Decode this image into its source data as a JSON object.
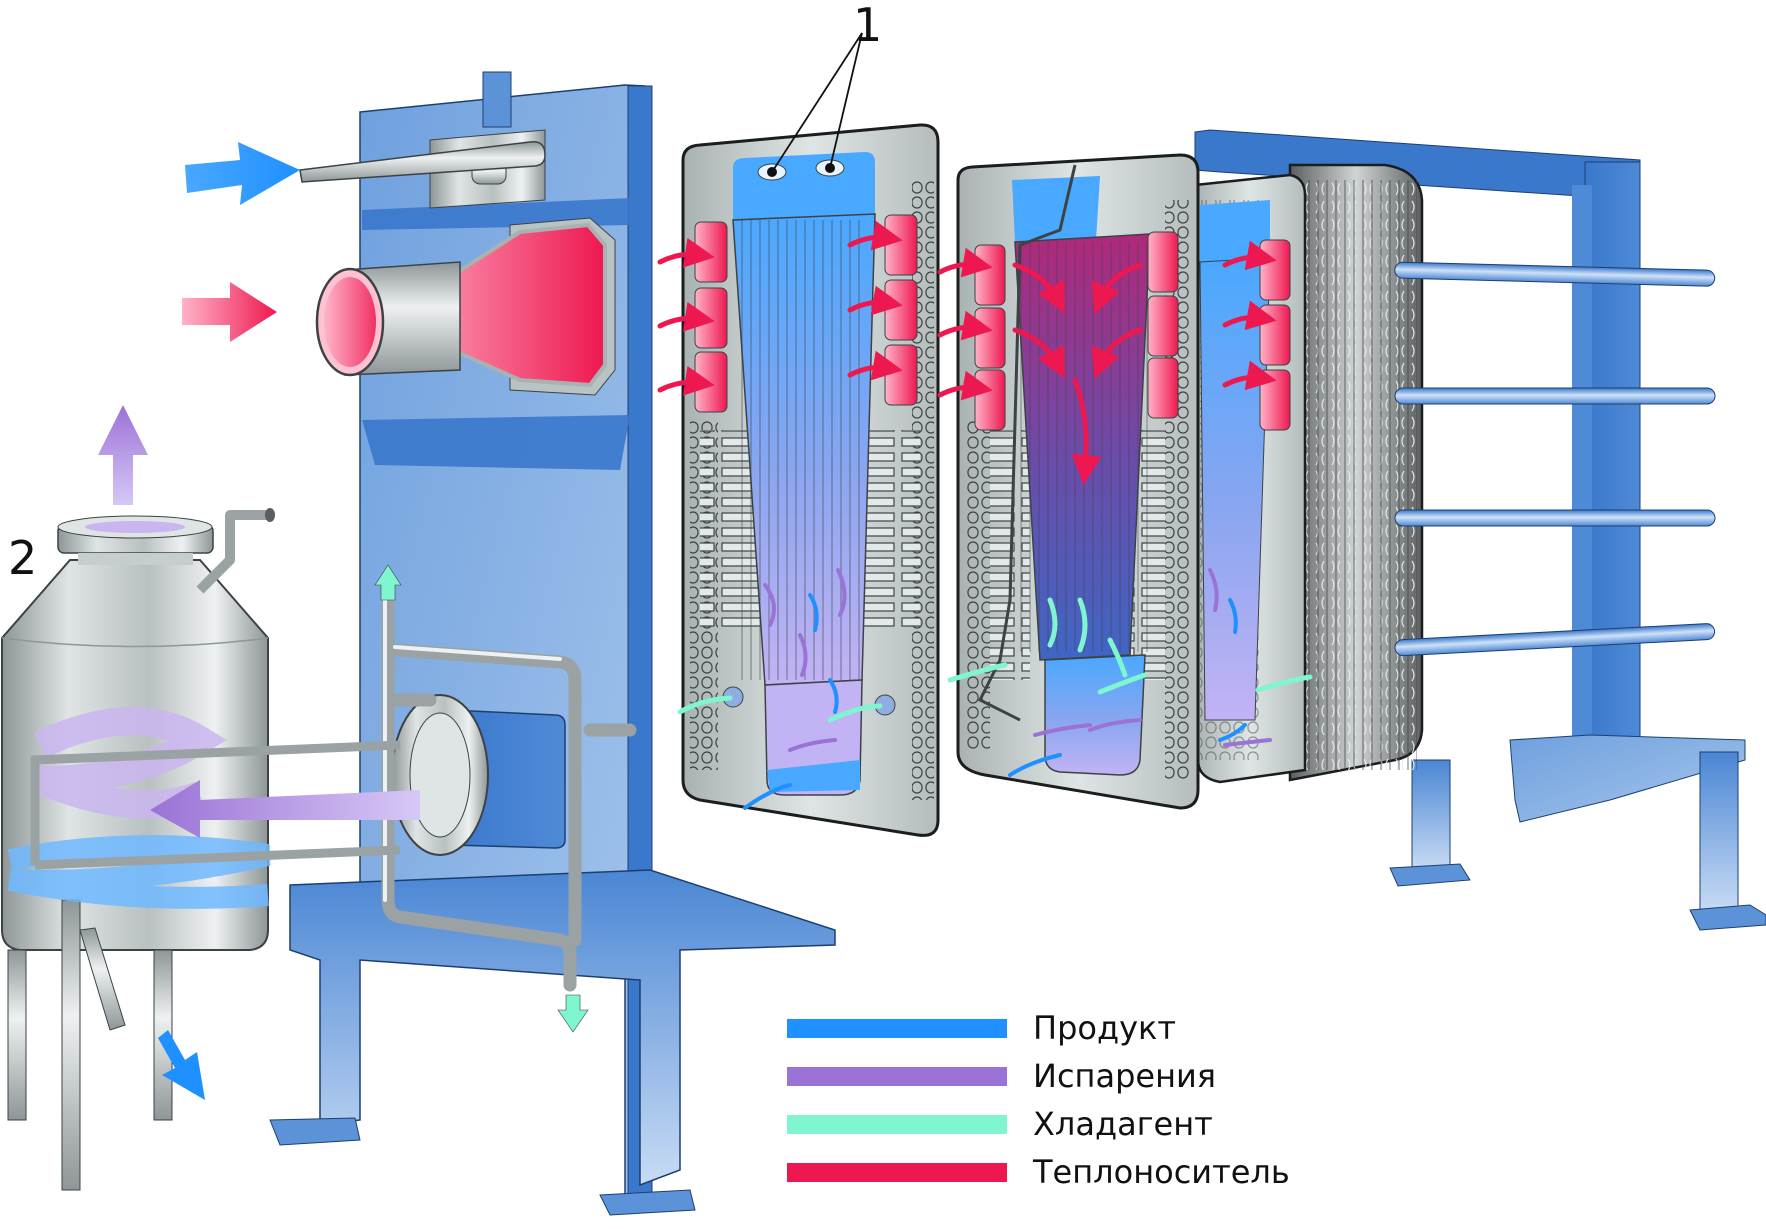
{
  "diagram": {
    "title": "Пластинчатый испаритель",
    "callouts": [
      {
        "id": "1",
        "label": "1",
        "target": "product-distribution-nozzles"
      },
      {
        "id": "2",
        "label": "2",
        "target": "separator-vessel"
      }
    ],
    "components": [
      "frame-plate",
      "product-inlet-pipe",
      "heating-medium-inlet",
      "plate-pack-open-plate",
      "plate-pack-cutaway-plate",
      "plate-pack-stack",
      "guide-bars",
      "end-support-column",
      "vapour-product-outlet-flange",
      "separator-vessel",
      "coolant-piping"
    ]
  },
  "legend": {
    "items": [
      {
        "label": "Продукт",
        "color": "#1e90ff",
        "key": "product"
      },
      {
        "label": "Испарения",
        "color": "#9b72d6",
        "key": "vapour"
      },
      {
        "label": "Хладагент",
        "color": "#7ff5d0",
        "key": "coolant"
      },
      {
        "label": "Теплоноситель",
        "color": "#ee1850",
        "key": "heating-medium"
      }
    ]
  },
  "colors": {
    "frame_blue": "#5b92d8",
    "frame_blue_dark": "#3a78cc",
    "frame_blue_light": "#9ec1ea",
    "plate_grey": "#c4cccc",
    "plate_dark": "#5a5e60",
    "product": "#1e90ff",
    "product_light": "#49a8ff",
    "vapour": "#9b72d6",
    "vapour_light": "#c9b6f0",
    "coolant": "#7ff5d0",
    "heating": "#ee1850",
    "heating_light": "#ff8fb0",
    "steel": "#b8bfc0"
  }
}
